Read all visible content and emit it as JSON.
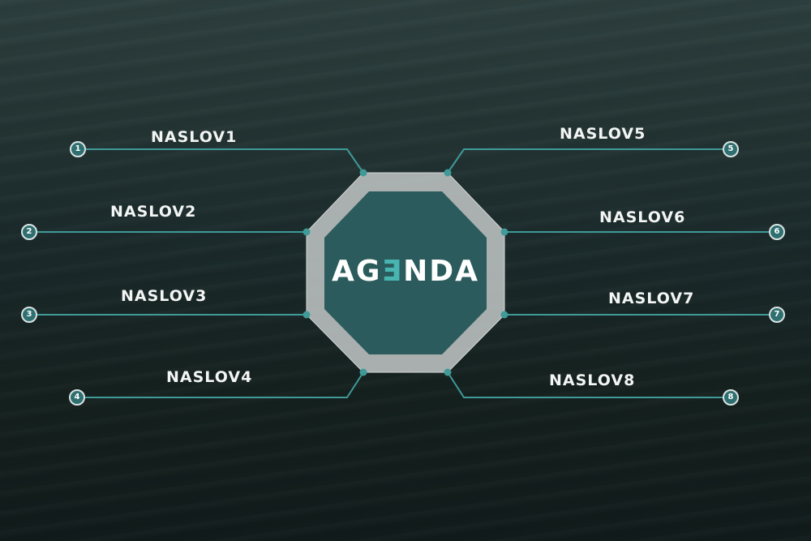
{
  "title": {
    "prefix": "AG",
    "accent_letter": "Ǝ",
    "suffix": "NDA"
  },
  "items": [
    {
      "number": "1",
      "label": "NASLOV1"
    },
    {
      "number": "2",
      "label": "NASLOV2"
    },
    {
      "number": "3",
      "label": "NASLOV3"
    },
    {
      "number": "4",
      "label": "NASLOV4"
    },
    {
      "number": "5",
      "label": "NASLOV5"
    },
    {
      "number": "6",
      "label": "NASLOV6"
    },
    {
      "number": "7",
      "label": "NASLOV7"
    },
    {
      "number": "8",
      "label": "NASLOV8"
    }
  ],
  "colors": {
    "line": "#3f9a98",
    "accent": "#48b5b1",
    "octagon_fill": "#2b5b5c",
    "octagon_ring": "#b9bfbf"
  }
}
